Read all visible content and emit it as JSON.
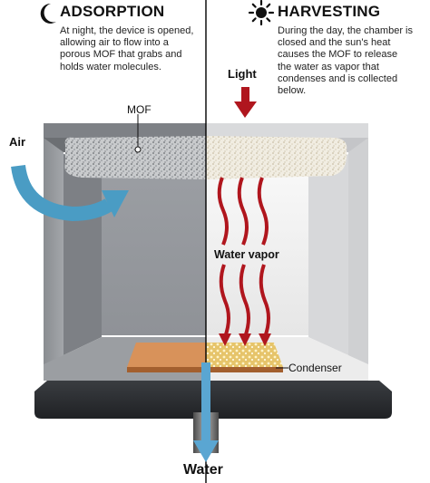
{
  "adsorption": {
    "title": "ADSORPTION",
    "icon": "moon-icon",
    "description": "At night, the device is opened, allowing air to flow into a porous MOF that grabs and holds water molecules."
  },
  "harvesting": {
    "title": "HARVESTING",
    "icon": "sun-icon",
    "description": "During the day, the chamber is closed and the sun's heat causes the MOF to release the water as vapor that condenses and is collected below."
  },
  "labels": {
    "mof": "MOF",
    "air": "Air",
    "light": "Light",
    "water_vapor": "Water vapor",
    "condenser": "Condenser",
    "water": "Water"
  },
  "colors": {
    "air_arrow": "#4a9cc4",
    "vapor_arrow": "#b0161e",
    "condenser": "#d38a4f",
    "water_arrow": "#5aa6d2"
  }
}
